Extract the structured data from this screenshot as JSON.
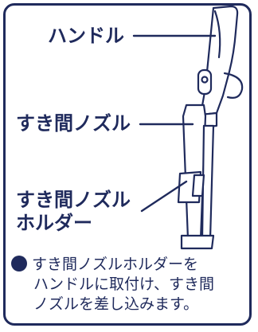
{
  "labels": {
    "handle": "ハンドル",
    "crevice_nozzle": "すき間ノズル",
    "holder_line1": "すき間ノズル",
    "holder_line2": "ホルダー"
  },
  "note": {
    "line1": "すき間ノズルホルダーを",
    "line2": "ハンドルに取付け、すき間",
    "line3": "ノズルを差し込みます。"
  },
  "colors": {
    "ink": "#1f2a5c",
    "fill": "#ffffff"
  }
}
